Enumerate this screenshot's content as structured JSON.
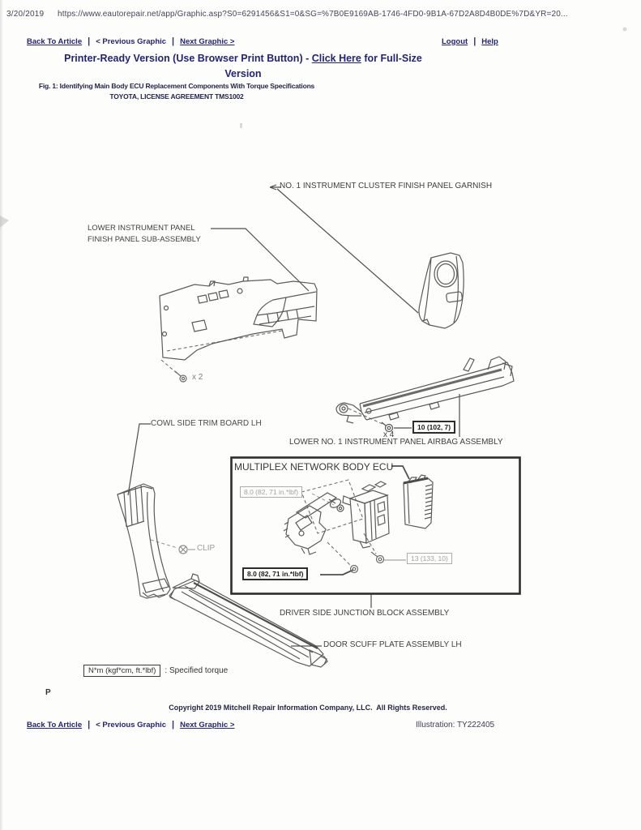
{
  "header": {
    "date": "3/20/2019",
    "url": "https://www.eautorepair.net/app/Graphic.asp?S0=6291456&S1=0&SG=%7B0E9169AB-1746-4FD0-9B1A-67D2A8D4B0DE%7D&YR=20..."
  },
  "nav": {
    "back": "Back To Article",
    "previous": "< Previous Graphic",
    "next": "Next Graphic >",
    "logout": "Logout",
    "help": "Help",
    "separator": "|"
  },
  "heading": {
    "pre": "Printer-Ready Version (Use Browser Print Button) - ",
    "link": "Click Here",
    "post": " for Full-Size",
    "line2": "Version"
  },
  "figure": {
    "title": "Fig. 1: Identifying Main Body ECU Replacement Components With Torque Specifications",
    "subtitle": "TOYOTA, LICENSE AGREEMENT TMS1002"
  },
  "diagram": {
    "labels": {
      "cluster_garnish": "NO. 1 INSTRUMENT CLUSTER FINISH PANEL GARNISH",
      "lower_panel_1": "LOWER INSTRUMENT PANEL",
      "lower_panel_2": "FINISH PANEL SUB-ASSEMBLY",
      "qty_2": "x 2",
      "cowl_trim": "COWL SIDE TRIM BOARD LH",
      "qty_4": "x 4",
      "airbag": "LOWER NO. 1 INSTRUMENT PANEL AIRBAG ASSEMBLY",
      "multiplex_ecu": "MULTIPLEX NETWORK BODY ECU",
      "clip": "CLIP",
      "junction_block": "DRIVER SIDE JUNCTION BLOCK ASSEMBLY",
      "door_scuff": "DOOR SCUFF PLATE ASSEMBLY LH"
    },
    "torques": {
      "bolt_10": "10 (102, 7)",
      "bolt_8_ref": "8.0 (82, 71 in.*lbf)",
      "bolt_8": "8.0 (82, 71 in.*lbf)",
      "bolt_13": "13 (133, 10)"
    },
    "legend": {
      "box": "N*m (kgf*cm, ft.*lbf)",
      "text": ": Specified torque"
    }
  },
  "footer": {
    "page_mark": "P",
    "copyright": "Copyright 2019 Mitchell Repair Information Company, LLC.  All Rights Reserved.",
    "illustration": "Illustration: TY222405"
  },
  "colors": {
    "web_text_navy": "#23237a",
    "diagram_text": "#3f3f3f",
    "muted_gray": "#9d9d9d",
    "line_stroke": "#5b5b5b"
  }
}
